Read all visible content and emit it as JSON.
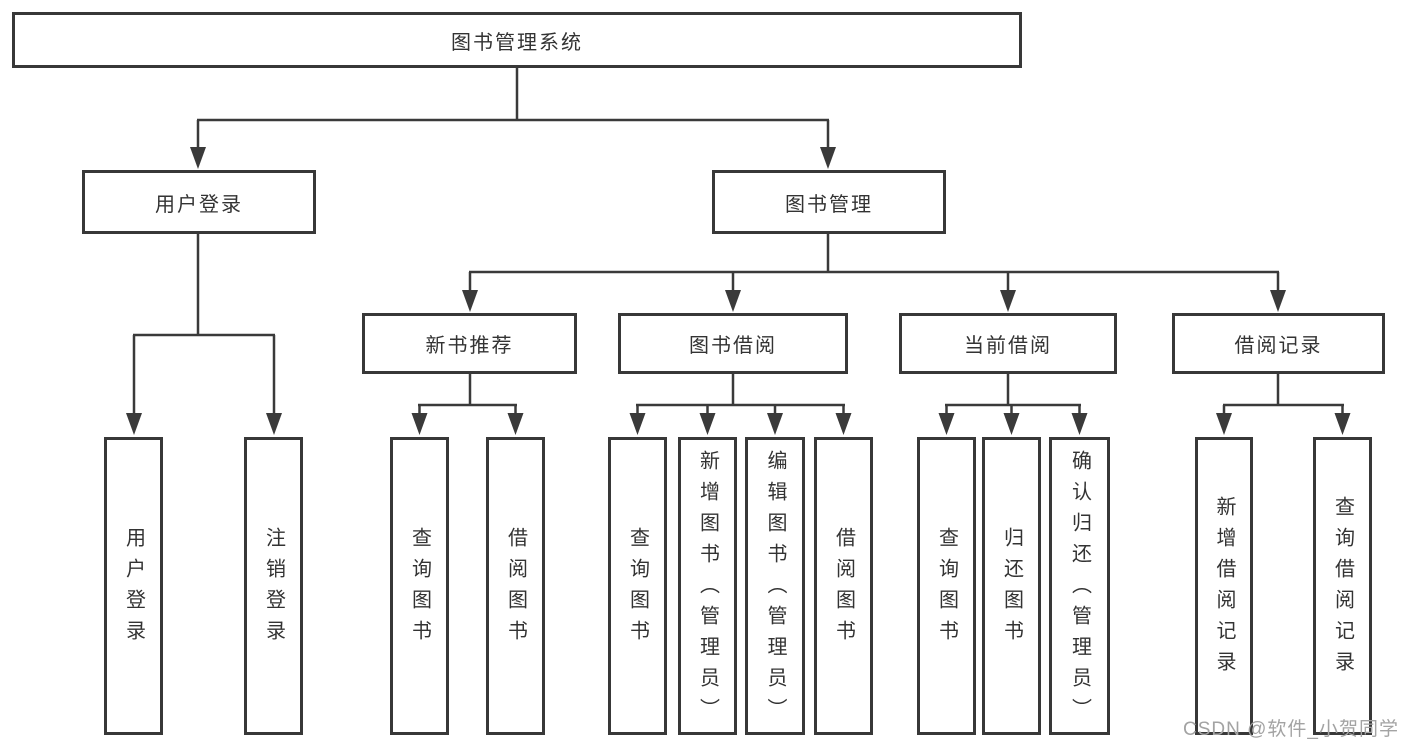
{
  "tree": {
    "label": "图书管理系统",
    "children": [
      {
        "label": "用户登录",
        "children": [
          {
            "label": "用户登录"
          },
          {
            "label": "注销登录"
          }
        ]
      },
      {
        "label": "图书管理",
        "children": [
          {
            "label": "新书推荐",
            "children": [
              {
                "label": "查询图书"
              },
              {
                "label": "借阅图书"
              }
            ]
          },
          {
            "label": "图书借阅",
            "children": [
              {
                "label": "查询图书"
              },
              {
                "label": "新增图书（管理员）"
              },
              {
                "label": "编辑图书（管理员）"
              },
              {
                "label": "借阅图书"
              }
            ]
          },
          {
            "label": "当前借阅",
            "children": [
              {
                "label": "查询图书"
              },
              {
                "label": "归还图书"
              },
              {
                "label": "确认归还（管理员）"
              }
            ]
          },
          {
            "label": "借阅记录",
            "children": [
              {
                "label": "新增借阅记录"
              },
              {
                "label": "查询借阅记录"
              }
            ]
          }
        ]
      }
    ]
  },
  "watermark": "CSDN @软件_小贺同学",
  "colors": {
    "line": "#3a3a3a",
    "border": "#383838",
    "text": "#333333",
    "watermark": "#a3a3a3",
    "background": "#ffffff"
  }
}
